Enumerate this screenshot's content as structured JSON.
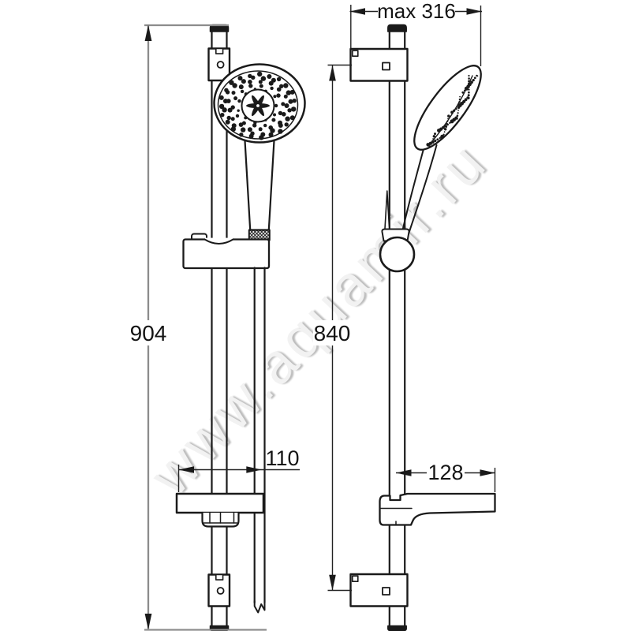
{
  "page": {
    "background": "#ffffff",
    "kind": "shower-rail-set-technical-drawing"
  },
  "watermark": {
    "text": "www.aquamir.ru"
  },
  "dimensions": {
    "rail_height": "904",
    "bracket_distance": "840",
    "dish_width": "110",
    "dish_depth": "128",
    "max_reach": "max 316"
  },
  "colors": {
    "ink": "#1a1a1a",
    "dimension_line": "#222222",
    "dimension_gray": "#8c8c8c",
    "text": "#141414",
    "watermark_body": "#f2f2f2",
    "watermark_shadow": "#bdbdbd",
    "background": "#ffffff"
  }
}
